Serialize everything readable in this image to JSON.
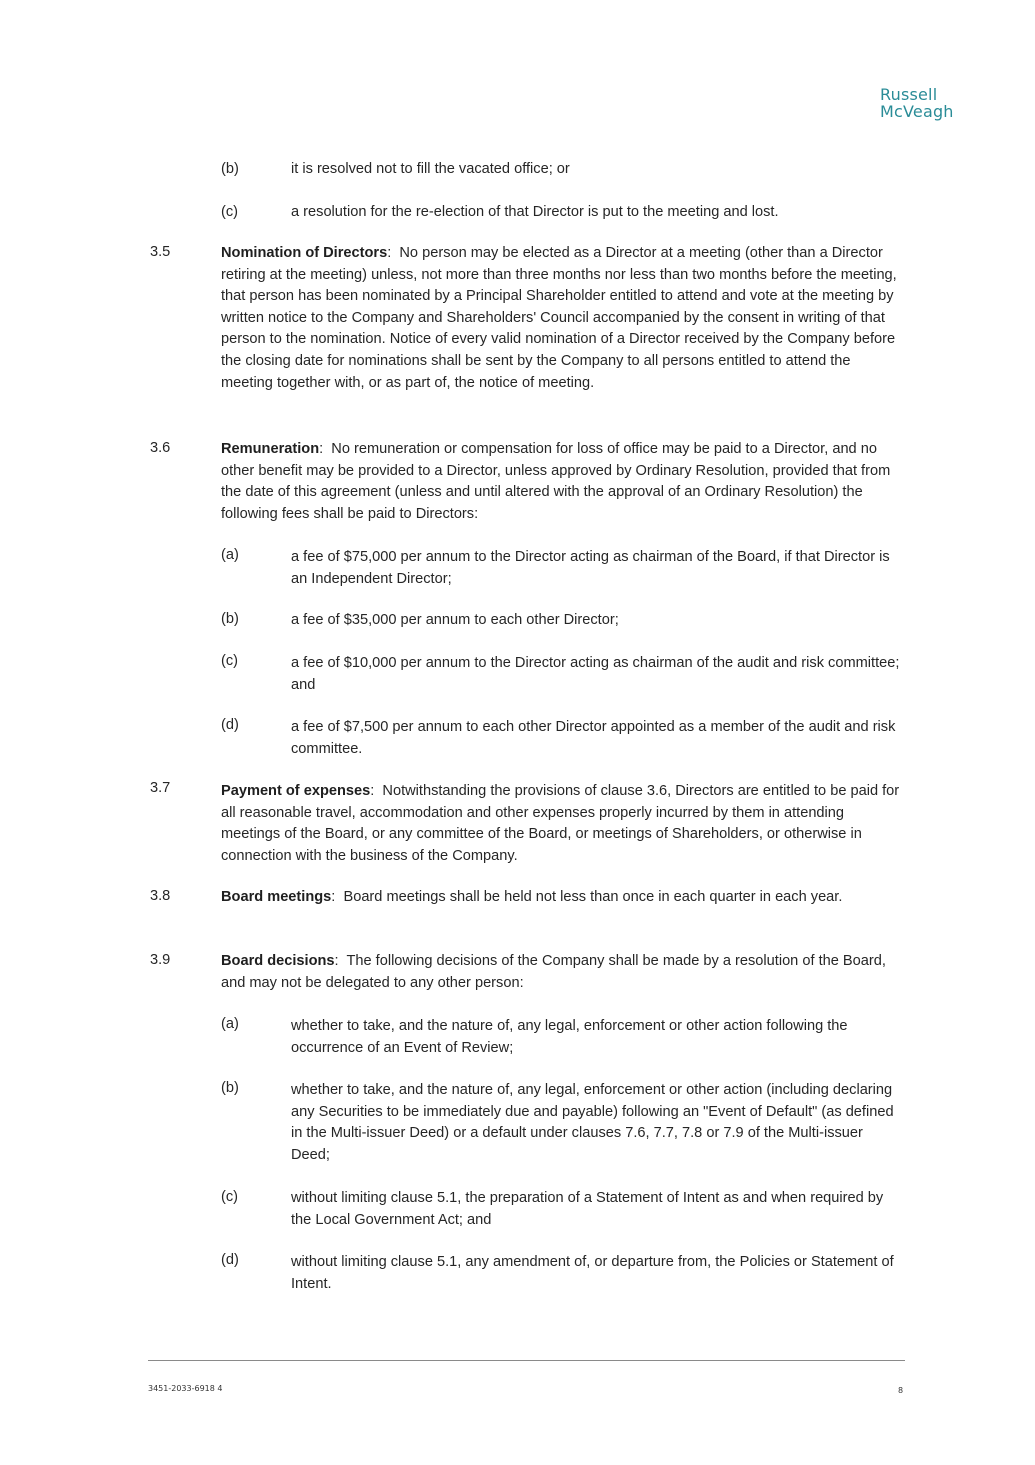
{
  "header": {
    "logo_line1": "Russell",
    "logo_line2": "McVeagh"
  },
  "clause_3_4_tail": {
    "items": [
      {
        "label": "(b)",
        "text": "it is resolved not to fill the vacated office; or"
      },
      {
        "label": "(c)",
        "text": "a resolution for the re-election of that Director is put to the meeting and lost."
      }
    ]
  },
  "clause_3_5": {
    "number": "3.5",
    "heading": "Nomination of Directors",
    "body": "No person may be elected as a Director at a meeting (other than a Director retiring at the meeting) unless, not more than three months nor less than two months before the meeting, that person has been nominated by a Principal Shareholder entitled to attend and vote at the meeting by written notice to the Company and Shareholders' Council accompanied by the consent in writing of that person to the nomination. Notice of every valid nomination of a Director received by the Company before the closing date for nominations shall be sent by the Company to all persons entitled to attend the meeting together with, or as part of, the notice of meeting."
  },
  "clause_3_6": {
    "number": "3.6",
    "heading": "Remuneration",
    "body": "No remuneration or compensation for loss of office may be paid to a Director, and no other benefit may be provided to a Director, unless approved by Ordinary Resolution, provided that from the date of this agreement (unless and until altered with the approval of an Ordinary Resolution) the following fees shall be paid to Directors:",
    "items": [
      {
        "label": "(a)",
        "text": "a fee of $75,000 per annum to the Director acting as chairman of the Board, if that Director is an Independent Director;"
      },
      {
        "label": "(b)",
        "text": "a fee of $35,000 per annum to each other Director;"
      },
      {
        "label": "(c)",
        "text": "a fee of $10,000 per annum to the Director acting as chairman of the audit and risk committee; and"
      },
      {
        "label": "(d)",
        "text": "a fee of $7,500 per annum to each other Director appointed as a member of the audit and risk committee."
      }
    ]
  },
  "clause_3_7": {
    "number": "3.7",
    "heading": "Payment of expenses",
    "body": "Notwithstanding the provisions of clause 3.6, Directors are entitled to be paid for all reasonable travel, accommodation and other expenses properly incurred by them in attending meetings of the Board, or any committee of the Board, or meetings of Shareholders, or otherwise in connection with the business of the Company."
  },
  "clause_3_8": {
    "number": "3.8",
    "heading": "Board meetings",
    "body": "Board meetings shall be held not less than once in each quarter in each year."
  },
  "clause_3_9": {
    "number": "3.9",
    "heading": "Board decisions",
    "body": "The following decisions of the Company shall be made by a resolution of the Board, and may not be delegated to any other person:",
    "items": [
      {
        "label": "(a)",
        "text": "whether to take, and the nature of, any legal, enforcement or other action following the occurrence of an Event of Review;"
      },
      {
        "label": "(b)",
        "text": "whether to take, and the nature of, any legal, enforcement or other action (including declaring any Securities to be immediately due and payable) following an \"Event of Default\" (as defined in the Multi-issuer Deed) or a default under clauses 7.6, 7.7, 7.8 or 7.9 of the Multi-issuer Deed;"
      },
      {
        "label": "(c)",
        "text": "without limiting clause 5.1, the preparation of a Statement of Intent as and when required by the Local Government Act; and"
      },
      {
        "label": "(d)",
        "text": "without limiting clause 5.1, any amendment of, or departure from, the Policies or Statement of Intent."
      }
    ]
  },
  "footer": {
    "doc_ref": "3451-2033-6918 4",
    "page_number": "8"
  }
}
